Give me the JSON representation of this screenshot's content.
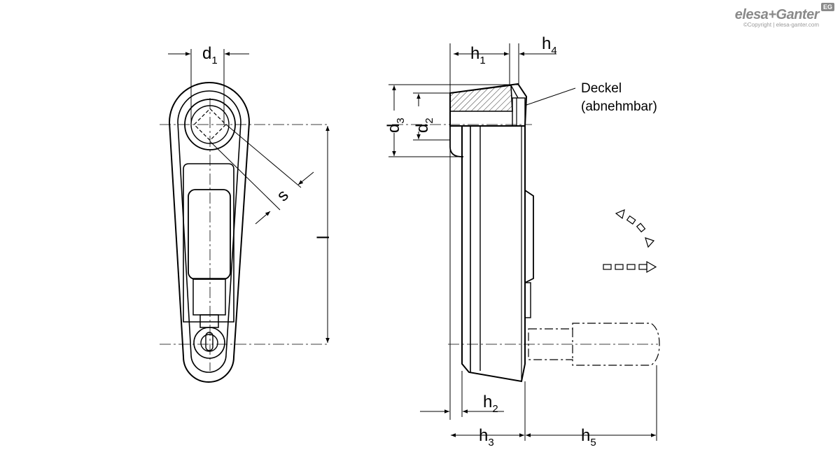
{
  "brand": {
    "name": "elesa+Ganter",
    "badge": "EG",
    "copyright": "©Copyright | elesa-ganter.com"
  },
  "labels": {
    "d1": {
      "main": "d",
      "sub": "1"
    },
    "s": {
      "main": "s"
    },
    "l": {
      "main": "l"
    },
    "h1": {
      "main": "h",
      "sub": "1"
    },
    "h4": {
      "main": "h",
      "sub": "4"
    },
    "d3": {
      "main": "d",
      "sub": "3"
    },
    "d2": {
      "main": "d",
      "sub": "2"
    },
    "h2": {
      "main": "h",
      "sub": "2"
    },
    "h3": {
      "main": "h",
      "sub": "3"
    },
    "h5": {
      "main": "h",
      "sub": "5"
    }
  },
  "annotation": {
    "line1": "Deckel",
    "line2": "(abnehmbar)"
  }
}
